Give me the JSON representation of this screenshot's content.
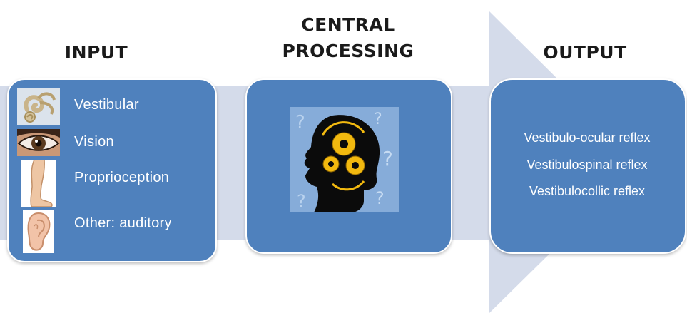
{
  "headings": {
    "input": "INPUT",
    "central_line1": "CENTRAL",
    "central_line2": "PROCESSING",
    "output": "OUTPUT"
  },
  "inputs": [
    {
      "label": "Vestibular",
      "icon": "inner-ear-icon"
    },
    {
      "label": "Vision",
      "icon": "eye-icon"
    },
    {
      "label": "Proprioception",
      "icon": "leg-icon"
    },
    {
      "label": "Other: auditory",
      "icon": "ear-icon"
    }
  ],
  "central_icon": "head-with-gears-icon",
  "outputs": [
    "Vestibulo-ocular reflex",
    "Vestibulospinal reflex",
    "Vestibulocollic reflex"
  ],
  "colors": {
    "box": "#4f81bd",
    "arrow": "#d4dbea",
    "heading": "#1a1a1a",
    "gear": "#f2b90f"
  }
}
